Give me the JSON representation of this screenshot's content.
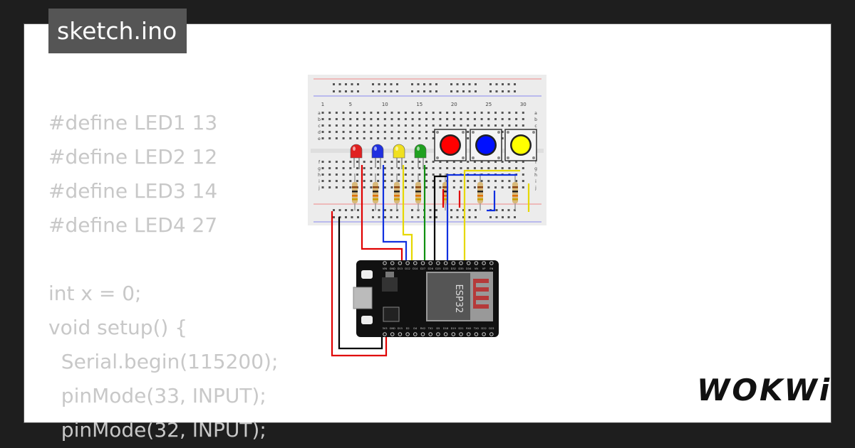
{
  "project": {
    "filename": "sketch.ino"
  },
  "code_lines": [
    "#define LED1 13",
    "#define LED2 12",
    "#define LED3 14",
    "#define LED4 27",
    "",
    "int x = 0;",
    "void setup() {",
    "  Serial.begin(115200);",
    "  pinMode(33, INPUT);",
    "  pinMode(32, INPUT);"
  ],
  "breadboard": {
    "column_numbers": [
      "1",
      "5",
      "10",
      "15",
      "20",
      "25",
      "30"
    ],
    "row_letters_top": [
      "a",
      "b",
      "c",
      "d",
      "e"
    ],
    "row_letters_bottom": [
      "f",
      "g",
      "h",
      "i",
      "j"
    ]
  },
  "leds": [
    {
      "name": "LED1",
      "color": "#e02020"
    },
    {
      "name": "LED2",
      "color": "#2030e0"
    },
    {
      "name": "LED3",
      "color": "#f0e020"
    },
    {
      "name": "LED4",
      "color": "#20a020"
    }
  ],
  "buttons": [
    {
      "color": "#ff0000"
    },
    {
      "color": "#0010ff"
    },
    {
      "color": "#ffff00"
    }
  ],
  "board": {
    "chip_label": "ESP32",
    "top_pins": [
      "VIN",
      "GND",
      "D13",
      "D12",
      "D14",
      "D27",
      "D26",
      "D25",
      "D33",
      "D32",
      "D35",
      "D34",
      "VN",
      "VP",
      "EN"
    ],
    "bottom_pins": [
      "3V3",
      "GND",
      "D15",
      "D2",
      "D4",
      "RX2",
      "TX2",
      "D5",
      "D18",
      "D19",
      "D21",
      "RX0",
      "TX0",
      "D22",
      "D23"
    ]
  },
  "brand": {
    "logo_text": "WOKWi"
  },
  "colors": {
    "background": "#1e1e1e",
    "card": "#ffffff",
    "title_bg": "#555555",
    "code_text": "#c8c8c8",
    "wire_red": "#e00000",
    "wire_blue": "#1030e0",
    "wire_yellow": "#e6d800",
    "wire_green": "#109010",
    "wire_black": "#000000"
  }
}
